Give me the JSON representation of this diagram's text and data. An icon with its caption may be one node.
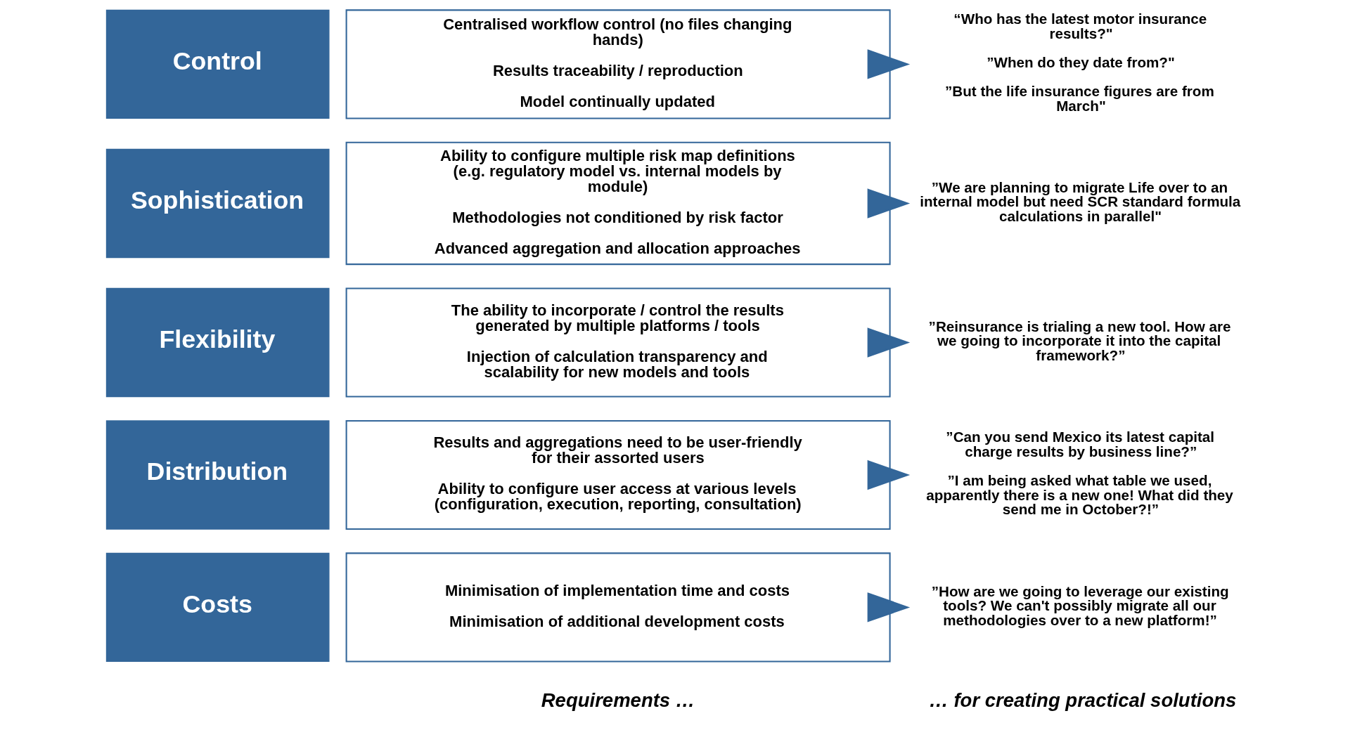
{
  "diagram": {
    "nodes": [
      {
        "text": [
          "Control"
        ]
      },
      {
        "text": [
          "Sophistication"
        ]
      },
      {
        "text": [
          "Flexibility"
        ]
      },
      {
        "text": [
          "Distribution"
        ]
      },
      {
        "text": [
          "Costs"
        ]
      },
      {
        "text": [
          "Centralised workflow control (no files changing hands)",
          "Results traceability / reproduction",
          "Model continually updated"
        ]
      },
      {
        "text": [
          "Ability to configure multiple risk map definitions (e.g. regulatory model vs. internal models by module)",
          "Methodologies not conditioned by risk factor",
          "Advanced aggregation and allocation approaches"
        ]
      },
      {
        "text": [
          "The ability to incorporate / control the results generated by multiple platforms / tools",
          "Injection of calculation transparency and scalability for new models and tools"
        ]
      },
      {
        "text": [
          "Results and aggregations need to be user-friendly for their assorted users",
          "Ability to configure user access at various levels (configuration, execution, reporting, consultation)"
        ]
      },
      {
        "text": [
          "Minimisation of implementation time and costs",
          "Minimisation of additional development costs"
        ]
      },
      {
        "text": [
          "“Who has the latest motor insurance results?\"",
          "”When do they date from?\"",
          "”But the life insurance figures are from March\""
        ]
      },
      {
        "text": [
          "”We are planning to migrate Life over to an internal model but need SCR standard formula calculations in parallel\""
        ]
      },
      {
        "text": [
          "”Reinsurance is trialing a new tool. How are we going to incorporate it into the capital framework?”"
        ]
      },
      {
        "text": [
          "”Can you send Mexico its latest capital charge results by business line?”",
          "”I am being asked what table we used, apparently there is a new one! What did they send me in October?!”"
        ]
      },
      {
        "text": [
          "”How are we going to leverage our existing tools? We can't possibly migrate all our methodologies over to a new platform!”"
        ]
      }
    ],
    "edges": [
      {
        "from": 5,
        "to": 10,
        "arrow": "to"
      },
      {
        "from": 6,
        "to": 11,
        "arrow": "to"
      },
      {
        "from": 7,
        "to": 12,
        "arrow": "to"
      },
      {
        "from": 8,
        "to": 13,
        "arrow": "to"
      },
      {
        "from": 9,
        "to": 14,
        "arrow": "to"
      }
    ],
    "labels": [
      "Requirements …",
      "… for creating practical solutions"
    ]
  }
}
